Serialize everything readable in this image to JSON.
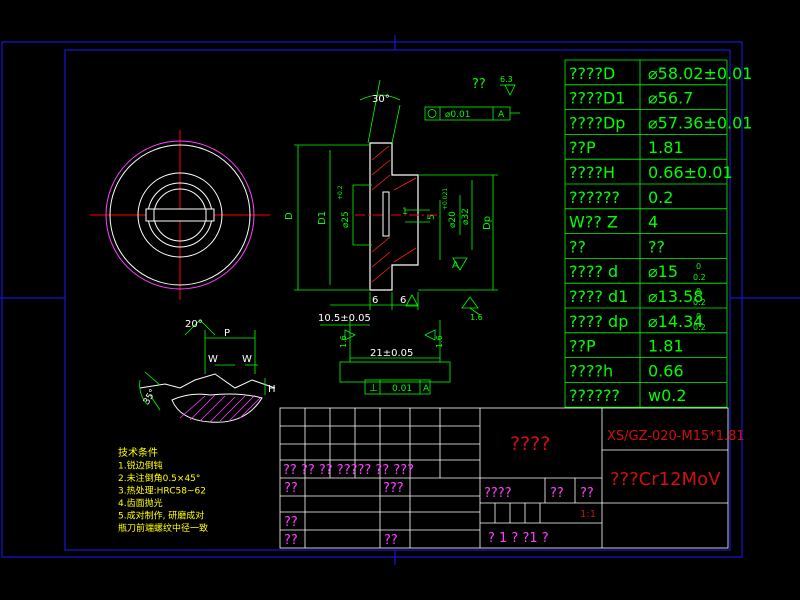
{
  "colors": {
    "background": "#000000",
    "frame": "#1a1aff",
    "outline": "#ffffff",
    "dimension": "#00ff00",
    "center": "#ff0000",
    "text_spec": "#00ff00",
    "text_title": "#e0208a",
    "text_tech": "#ffff00",
    "magenta": "#ff40ff",
    "red_text": "#d01010"
  },
  "annotations": {
    "chamfer": "30°",
    "roughness_top": "??",
    "roughness_top_val": "6.3",
    "tolerance_value": "⌀0.01",
    "tolerance_datum": "A",
    "dim_D": "D",
    "dim_D1": "D1",
    "dim_d25": "⌀25",
    "dim_d25_tol": "+0.2",
    "dim_d32": "⌀32",
    "dim_d20": "⌀20",
    "dim_d20_tol": "+0.021",
    "dim_Dp": "Dp",
    "dim_5": "5",
    "dim_1": "1",
    "dim_6a": "6",
    "dim_6b": "6",
    "dim_105": "10.5±0.05",
    "dim_21": "21±0.05",
    "rough_16a": "1.6",
    "rough_16b": "1.6",
    "rough_16c": "1.6",
    "perp_symbol": "⊥",
    "perp_value": "0.01",
    "perp_datum": "A",
    "datum_A": "A",
    "angle_20": "20°",
    "dim_P": "P",
    "dim_W1": "W",
    "dim_W2": "W",
    "dim_H": "H",
    "angle_35": "35°"
  },
  "spec_table": [
    {
      "label": "????D",
      "value": "⌀58.02±0.01"
    },
    {
      "label": "????D1",
      "value": "⌀56.7"
    },
    {
      "label": "????Dp",
      "value": "⌀57.36±0.01"
    },
    {
      "label": "??P",
      "value": "1.81"
    },
    {
      "label": "????H",
      "value": "0.66±0.01"
    },
    {
      "label": "??????",
      "value": "0.2"
    },
    {
      "label": "W?? Z",
      "value": "4"
    },
    {
      "label": "??",
      "value": "??"
    },
    {
      "label": "???? d",
      "value": "⌀15",
      "sup": "0",
      "sub": "0.2"
    },
    {
      "label": "???? d1",
      "value": "⌀13.58",
      "sup": "0",
      "sub": "0.2"
    },
    {
      "label": "???? dp",
      "value": "⌀14.34",
      "sup": "0",
      "sub": "0.2"
    },
    {
      "label": "??P",
      "value": "1.81"
    },
    {
      "label": "????h",
      "value": "0.66"
    },
    {
      "label": "??????",
      "value": "w0.2"
    }
  ],
  "tech_notes": [
    "技术条件",
    "1.锐边倒钝",
    "2.未注倒角0.5×45°",
    "3.热处理:HRC58~62",
    "4.齿面抛光",
    "5.成对制作, 研磨成对",
    "  瓶刀前端螺纹中径一致"
  ],
  "title_block": {
    "title": "????",
    "drawing_no": "XS/GZ-020-M15*1.81",
    "material": "???Cr12MoV",
    "row1": "?? ?? ?? ????? ?? ???",
    "row2_a": "??",
    "row2_b": "???",
    "row3_a": "??",
    "row4_a": "??",
    "row4_b": "??",
    "mid_a": "????",
    "mid_b": "??",
    "mid_c": "??",
    "scale": "1:1",
    "bottom": "? 1  ? ?1  ?"
  }
}
